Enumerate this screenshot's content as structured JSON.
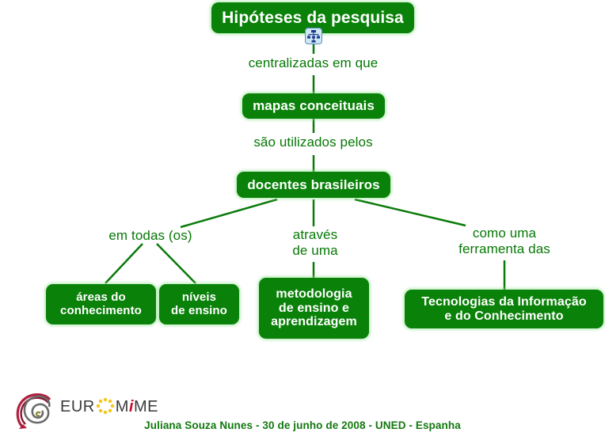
{
  "diagram": {
    "type": "concept-map",
    "language": "pt-BR",
    "colors": {
      "node_fill": "#0a8109",
      "node_text": "#ffffff",
      "link_line": "#0a7a0a",
      "link_label_text": "#067806",
      "footer_text": "#12790f",
      "background": "#ffffff",
      "logo_red": "#c8102e",
      "logo_gray": "#3b3b3b",
      "star_yellow": "#f5c518"
    },
    "nodes": [
      {
        "id": "title",
        "label": "Hipóteses da pesquisa"
      },
      {
        "id": "mapas",
        "label": "mapas conceituais"
      },
      {
        "id": "docentes",
        "label": "docentes brasileiros"
      },
      {
        "id": "areas",
        "label": "áreas do\nconhecimento"
      },
      {
        "id": "niveis",
        "label": "níveis\nde ensino"
      },
      {
        "id": "metodologia",
        "label": "metodologia\nde ensino e\naprendizagem"
      },
      {
        "id": "tecnologias",
        "label": "Tecnologias da Informação\ne do Conhecimento"
      }
    ],
    "link_labels": [
      {
        "id": "centralizadas",
        "from": "title",
        "to": "mapas",
        "label": "centralizadas em que"
      },
      {
        "id": "utilizados",
        "from": "mapas",
        "to": "docentes",
        "label": "são utilizados pelos"
      },
      {
        "id": "emtodas",
        "from": "docentes",
        "to": "areas,niveis",
        "label": "em todas (os)"
      },
      {
        "id": "atraves",
        "from": "docentes",
        "to": "metodologia",
        "label": "através\nde uma"
      },
      {
        "id": "comouma",
        "from": "docentes",
        "to": "tecnologias",
        "label": "como uma\nferramenta das"
      }
    ],
    "title_icon": "hierarchy-tree-icon"
  },
  "footer": {
    "credit": "Juliana Souza Nunes - 30 de junho de 2008 - UNED - Espanha",
    "logo": {
      "name": "euromime-logo",
      "text_before": "EUR",
      "stars": "eu-stars-circle-icon",
      "text_m": "M",
      "text_i": "i",
      "text_after": "ME"
    }
  }
}
